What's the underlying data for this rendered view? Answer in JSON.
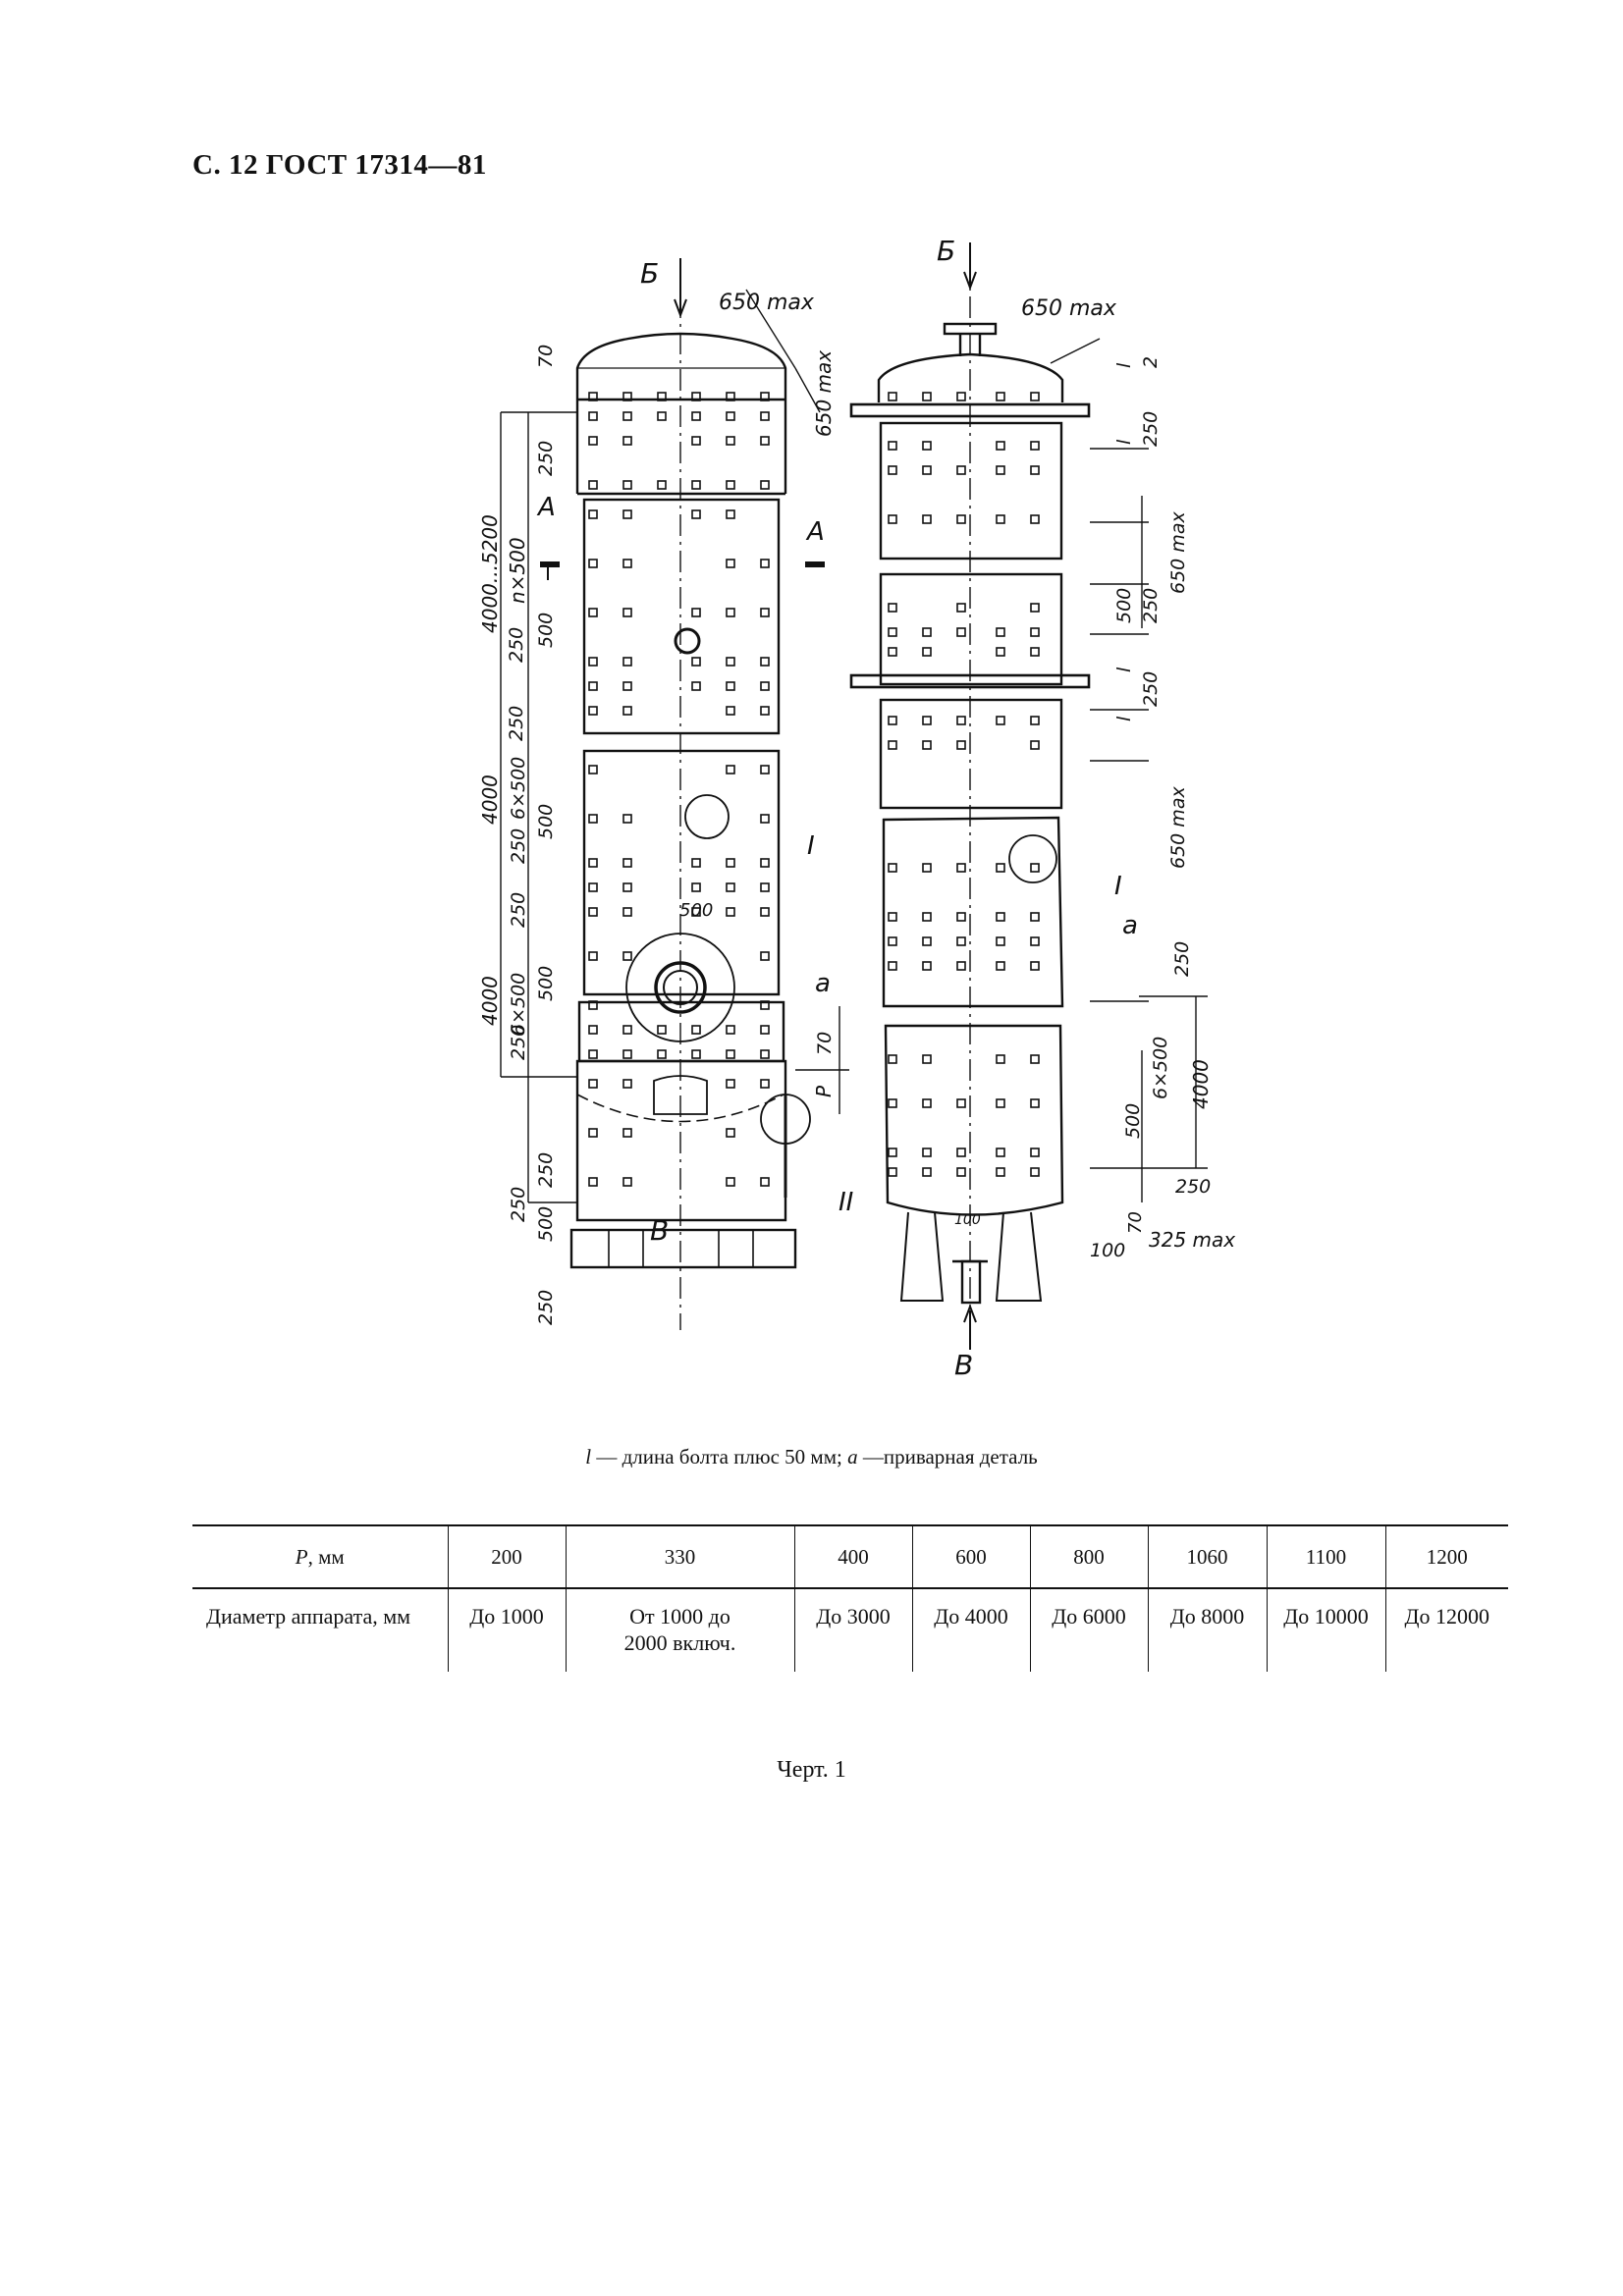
{
  "header": "С. 12 ГОСТ 17314—81",
  "drawing": {
    "left_labels": [
      "Б",
      "650 max",
      "650 max",
      "70",
      "250",
      "4000...5200",
      "n×500",
      "250",
      "500",
      "250",
      "4000",
      "6×500",
      "250",
      "500",
      "250",
      "4000",
      "6×500",
      "250",
      "500",
      "250",
      "70",
      "P",
      "250",
      "500",
      "250",
      "A",
      "A",
      "I",
      "a",
      "500",
      "II",
      "В"
    ],
    "right_labels": [
      "Б",
      "650 max",
      "l",
      "2",
      "l",
      "250",
      "650 max",
      "500",
      "250",
      "l",
      "250",
      "l",
      "650 max",
      "I",
      "a",
      "250",
      "6×500",
      "4000",
      "500",
      "250",
      "70",
      "100",
      "100",
      "325 max",
      "В"
    ]
  },
  "caption": {
    "l_sym": "l",
    "l_text": " — длина болта плюс 50 мм; ",
    "a_sym": "а",
    "a_text": " —приварная деталь"
  },
  "table": {
    "header_label_sym": "P",
    "header_label_unit": ", мм",
    "headers": [
      "200",
      "330",
      "400",
      "600",
      "800",
      "1060",
      "1100",
      "1200"
    ],
    "row_label": "Диаметр аппарата, мм",
    "values": [
      "До 1000",
      "От 1000 до 2000 включ.",
      "До 3000",
      "До 4000",
      "До 6000",
      "До 8000",
      "До 10000",
      "До 12000"
    ]
  },
  "figure_label": "Черт. 1"
}
